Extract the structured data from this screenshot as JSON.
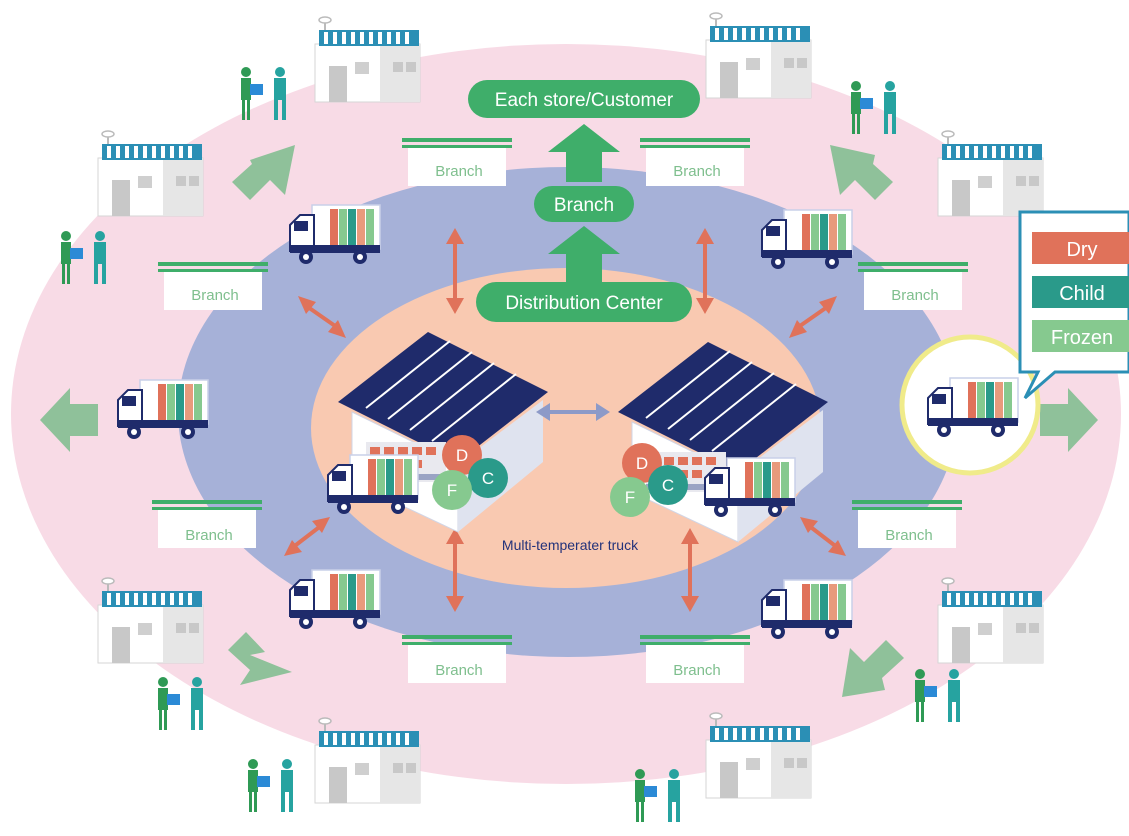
{
  "diagram": {
    "top_customer_label": "Each store/Customer",
    "center_branch_label": "Branch",
    "distribution_center_label": "Distribution Center",
    "truck_caption": "Multi-temperater truck",
    "branch_label": "Branch",
    "temperature_badges": [
      "D",
      "C",
      "F"
    ],
    "legend": [
      {
        "label": "Dry",
        "color": "#e0725a"
      },
      {
        "label": "Child",
        "color": "#2a9a8a"
      },
      {
        "label": "Frozen",
        "color": "#86c98f"
      }
    ],
    "colors": {
      "outer_ring": "#f8dbe6",
      "middle_ring": "#a6b1d8",
      "inner_core": "#f9c9b1",
      "green_primary": "#3fae6a",
      "arrow_orange": "#e0725a",
      "arrow_grey_green": "#8fc19a",
      "highlight_yellow": "#f0eb8a"
    }
  }
}
